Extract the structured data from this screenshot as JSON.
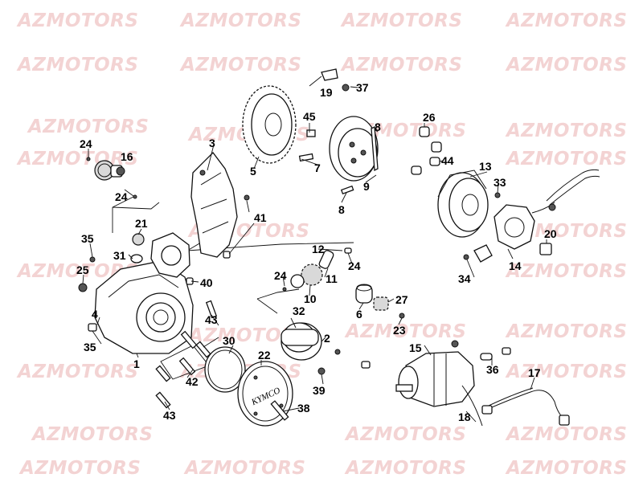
{
  "watermark": {
    "text": "AZMOTORS",
    "color": "#f3d3d3"
  },
  "cover_logo": "KYMCO",
  "callouts": [
    "1",
    "2",
    "3",
    "4",
    "5",
    "6",
    "7",
    "8",
    "9",
    "10",
    "11",
    "12",
    "13",
    "14",
    "15",
    "16",
    "17",
    "18",
    "19",
    "20",
    "21",
    "22",
    "23",
    "24",
    "25",
    "26",
    "27",
    "30",
    "31",
    "32",
    "33",
    "34",
    "35",
    "36",
    "37",
    "38",
    "39",
    "40",
    "41",
    "42",
    "43",
    "44",
    "45"
  ],
  "labels": {
    "l1": "1",
    "l2": "2",
    "l3": "3",
    "l4": "4",
    "l5": "5",
    "l6": "6",
    "l7": "7",
    "l8a": "8",
    "l8b": "8",
    "l9": "9",
    "l10": "10",
    "l11": "11",
    "l12": "12",
    "l13": "13",
    "l14": "14",
    "l15": "15",
    "l16": "16",
    "l17": "17",
    "l18": "18",
    "l19": "19",
    "l20": "20",
    "l21": "21",
    "l22": "22",
    "l23": "23",
    "l24a": "24",
    "l24b": "24",
    "l24c": "24",
    "l24d": "24",
    "l25": "25",
    "l26": "26",
    "l27": "27",
    "l30": "30",
    "l31": "31",
    "l32": "32",
    "l33": "33",
    "l34": "34",
    "l35a": "35",
    "l35b": "35",
    "l36": "36",
    "l37": "37",
    "l38": "38",
    "l39": "39",
    "l40": "40",
    "l41": "41",
    "l42": "42",
    "l43a": "43",
    "l43b": "43",
    "l44": "44",
    "l45": "45"
  }
}
